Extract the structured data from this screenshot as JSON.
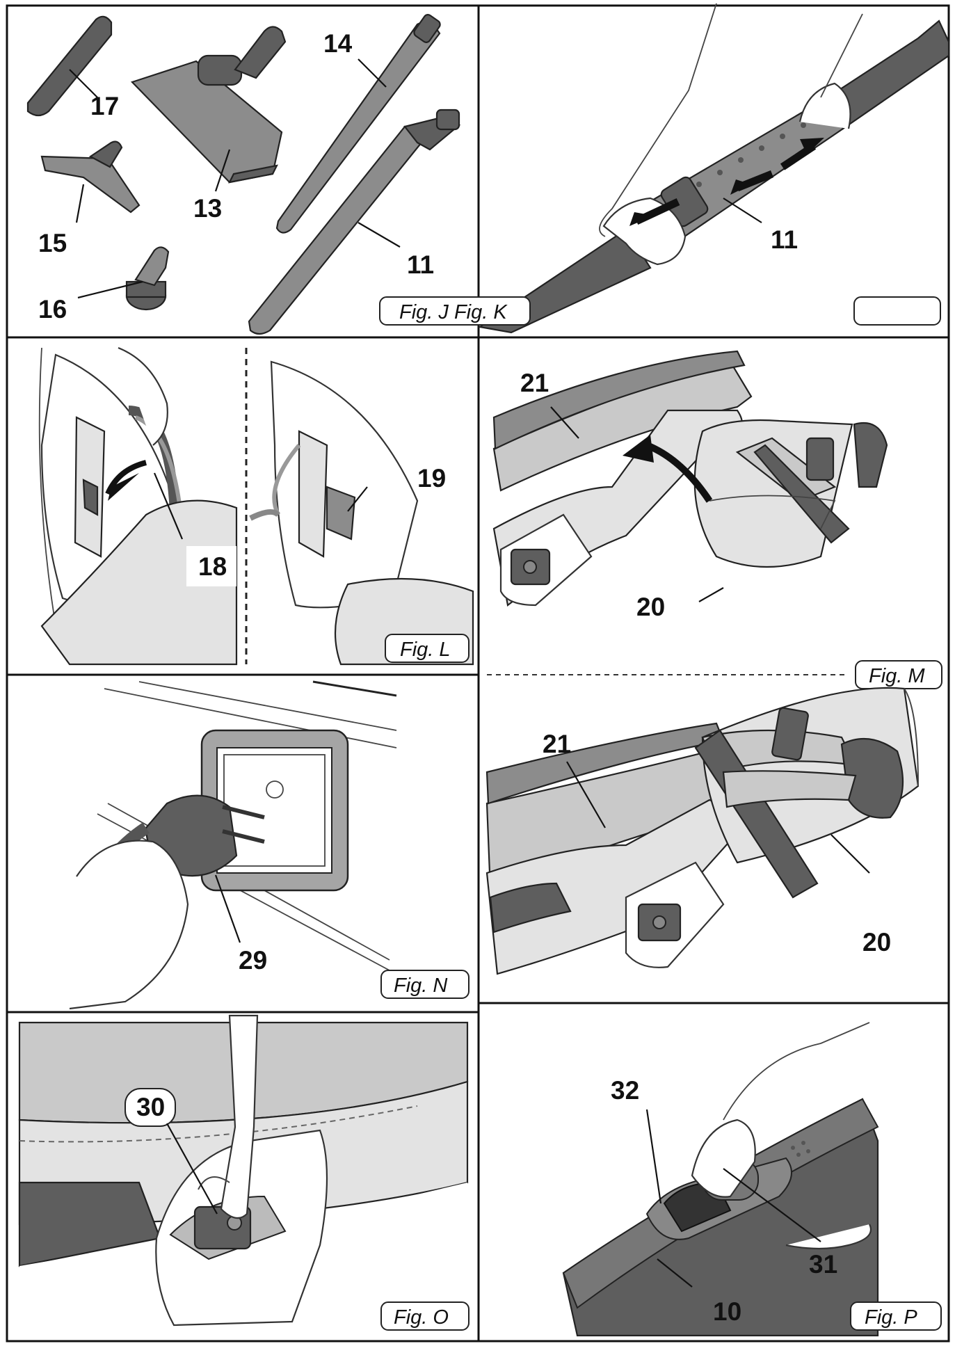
{
  "figures": {
    "j_k": {
      "label": "Fig. J Fig. K",
      "callouts": [
        "17",
        "13",
        "14",
        "15",
        "16",
        "11",
        "11"
      ]
    },
    "l": {
      "label": "Fig. L",
      "callouts": [
        "18",
        "19"
      ]
    },
    "m": {
      "label": "Fig. M",
      "callouts": [
        "21",
        "20",
        "21",
        "20"
      ]
    },
    "n": {
      "label": "Fig. N",
      "callouts": [
        "29"
      ]
    },
    "o": {
      "label": "Fig. O",
      "callouts": [
        "30"
      ]
    },
    "p": {
      "label": "Fig. P",
      "callouts": [
        "32",
        "31",
        "10"
      ]
    }
  }
}
